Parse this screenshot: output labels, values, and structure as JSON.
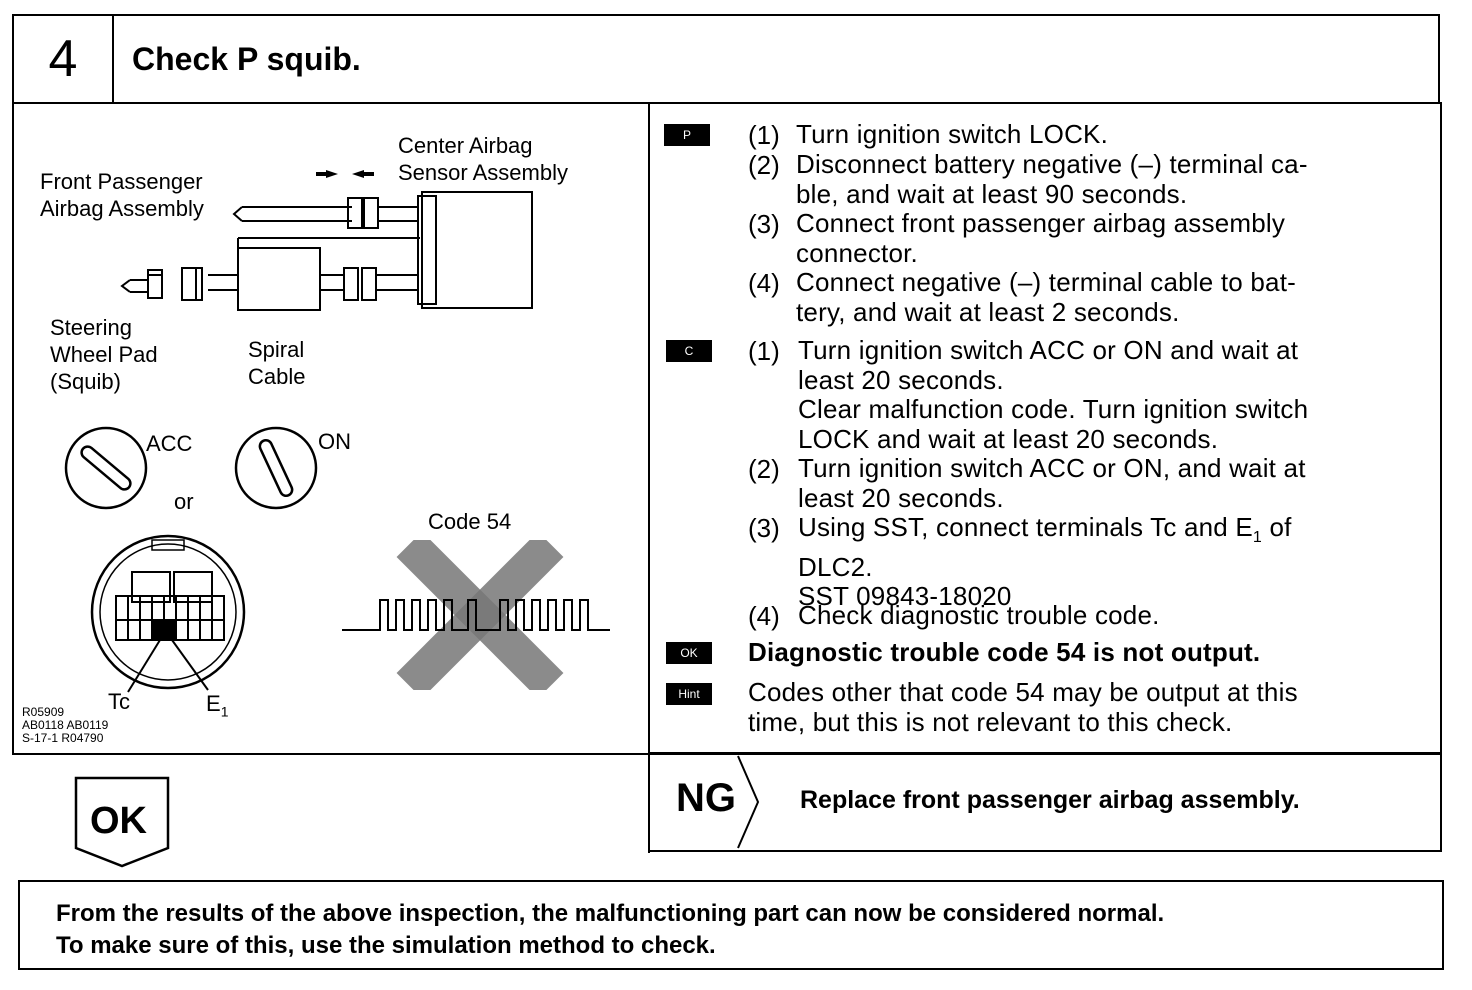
{
  "step": {
    "number": "4",
    "title": "Check P squib."
  },
  "diagram": {
    "label_front_passenger": [
      "Front Passenger",
      "Airbag Assembly"
    ],
    "label_center_sensor": [
      "Center Airbag",
      "Sensor Assembly"
    ],
    "label_steering": [
      "Steering",
      "Wheel Pad",
      "(Squib)"
    ],
    "label_spiral": [
      "Spiral",
      "Cable"
    ],
    "label_acc": "ACC",
    "label_on": "ON",
    "label_or": "or",
    "label_code": "Code 54",
    "label_tc": "Tc",
    "label_e1": "E",
    "label_e1_sub": "1",
    "ref_codes": [
      "R05909",
      "AB0118 AB0119",
      "S-17-1 R04790"
    ]
  },
  "procedure": {
    "p_marker": "P",
    "p_steps": [
      {
        "num": "(1)",
        "lines": [
          "Turn ignition switch LOCK."
        ]
      },
      {
        "num": "(2)",
        "lines": [
          "Disconnect battery negative (–) terminal ca-",
          "ble, and wait at least 90 seconds."
        ]
      },
      {
        "num": "(3)",
        "lines": [
          "Connect front passenger airbag assembly",
          "connector."
        ]
      },
      {
        "num": "(4)",
        "lines": [
          "Connect negative (–) terminal cable to bat-",
          "tery, and wait at least 2 seconds."
        ]
      }
    ],
    "c_marker": "C",
    "c_steps": [
      {
        "num": "(1)",
        "lines": [
          "Turn ignition switch ACC or ON and wait at",
          "least 20 seconds.",
          "Clear malfunction code. Turn ignition switch",
          "LOCK and wait at least 20 seconds."
        ]
      },
      {
        "num": "(2)",
        "lines": [
          "Turn ignition switch ACC or ON, and wait at",
          "least 20 seconds."
        ]
      },
      {
        "num": "(3)",
        "lines": [
          "Using SST, connect terminals Tc and E",
          "DLC2.",
          "SST 09843-18020"
        ],
        "sub_text": "1",
        "line1_tail": " of"
      },
      {
        "num": "(4)",
        "lines": [
          "Check diagnostic trouble code."
        ]
      }
    ],
    "ok_marker": "OK",
    "ok_text": "Diagnostic trouble code 54 is not output.",
    "hint_marker": "Hint",
    "hint_lines": [
      "Codes other that code 54 may be output at this",
      "time, but this is not relevant to this check."
    ]
  },
  "ng": {
    "label": "NG",
    "text": "Replace front passenger airbag assembly."
  },
  "ok_badge": "OK",
  "footer": {
    "lines": [
      "From the results of the above inspection, the malfunctioning part can now be considered normal.",
      "To make sure of this, use the simulation method to check."
    ]
  }
}
